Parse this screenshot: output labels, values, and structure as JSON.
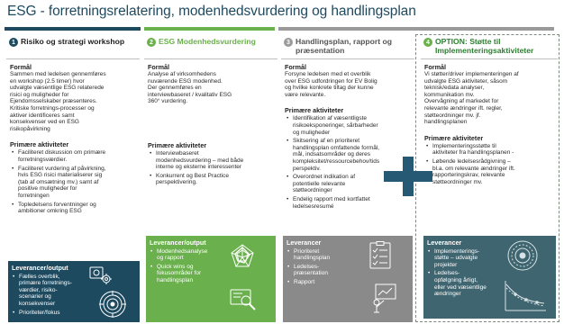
{
  "title": "ESG - forretningsrelatering, modenhedsvurdering og handlingsplan",
  "colors": {
    "navy": "#1e4a60",
    "green": "#6ab04c",
    "grey": "#9a9a9a",
    "gray_box": "#8a8a8a",
    "teal": "#3f6570"
  },
  "columns": [
    {
      "number": "1",
      "heading": "Risiko og strategi workshop",
      "sections": [
        {
          "title": "Formål",
          "text": "Sammen med ledelsen gennemføres\nen workshop (2.5 timer) hvor\nudvalgte væsentlige ESG relaterede\nrisici og muligheder for\nEjendomsselskaber præsenteres.\nKritiske forretnings-processer og\naktiver identificeres samt\nkonsekvenser ved en ESG\nrisikopåvirkning"
        },
        {
          "title": "Primære aktiviteter",
          "bullets": [
            "Faciliteret diskussion om primære\nforretningsværdier.",
            "Faciliteret vurdering af påvirkning,\nhvis ESG risici materialiserer sig\n(tab af omsætning mv.) samt af\npositive muligheder for\nforretningen",
            "Topledelsens forventninger og\nambitioner omkring ESG"
          ]
        }
      ],
      "deliverables_title": "Leverancer/output",
      "deliverables": [
        "Fælles overblik,\nprimære forretnings-\nværdier, risiko-\nscenarier og\nkonsekvenser",
        "Prioriteter/fokus"
      ]
    },
    {
      "number": "2",
      "heading": "ESG Modenhedsvurdering",
      "sections": [
        {
          "title": "Formål",
          "text": "Analyse af virksomhedens\nnuværende ESG modenhed.\nDer gennemføres en\ninterviewbaseret / kvalitativ ESG\n360° vurdering."
        },
        {
          "title": "Primære aktiviteter",
          "bullets": [
            "Interviewbaseret\nmodenhedsvurdering – med både\ninterne og eksterne interessenter",
            "Konkurrent og Best Practice\nperspektivering."
          ]
        }
      ],
      "deliverables_title": "Leverancer/output",
      "deliverables": [
        "Modenhedsanalyse\nog rapport",
        "Quick wins og\nfokusområder for\nhandlingsplan"
      ]
    },
    {
      "number": "3",
      "heading": "Handlingsplan, rapport og\npræsentation",
      "sections": [
        {
          "title": "Formål",
          "text": "Forsyne ledelsen med et overblik\nover ESG udfordringen for EV Bolig\nog hvilke konkrete tiltag der kunne\nvære relevante."
        },
        {
          "title": "Primære aktiviteter",
          "bullets": [
            "Identifikation af væsentligste\nrisikoeksponeringer, sårbarheder\nog muligheder",
            "Skitsering af en prioriteret\nhandlingsplan omfattende formål,\nmål, indsatsområder og deres\nkompleksitet/ressourcebehov/tids\nperspektiv.",
            "Overordnet indikation af\npotentielle relevante\nstøtteordninger",
            "Endelig rapport med kortfattet\nledelsesresumé"
          ]
        }
      ],
      "deliverables_title": "Leverancer",
      "deliverables": [
        "Prioriteret\nhandlingsplan",
        "Ledelses-\npræsentation",
        "Rapport"
      ]
    },
    {
      "number": "4",
      "heading": "OPTION: Støtte til\nImplementeringsaktiviteter",
      "sections": [
        {
          "title": "Formål",
          "text": "Vi støtter/driver implementeringen af\nudvalgte ESG aktiviteter, såsom\nteknisk/edata analyser,\nkommunikation mv.\nOvervågning af markedet for\nrelevante ændringer ift. regler,\nstøtteordninger mv. jf.\nhandlingsplanen"
        },
        {
          "title": "Primære aktiviteter",
          "bullets": [
            "Implementeringsstøtte til\naktiviteter fra handlingsplanen -",
            "Løbende ledelsesrådgivning –\nbl.a. om relevante ændringer ift.\nrapporteringskrav, relevante\nstøtteordninger mv."
          ]
        }
      ],
      "deliverables_title": "Leverancer",
      "deliverables": [
        "Implementerings-\nstøtte – udvalgte\nprojekter",
        "Ledelses-\nopfølgning årligt,\neller ved væsentlige\nændringer"
      ]
    }
  ],
  "icons": {
    "col1": [
      "gears-icon",
      "target-icon"
    ],
    "col2": [
      "spider-chart-icon",
      "magnifier-icon"
    ],
    "col3": [
      "checklist-icon",
      "presentation-icon"
    ],
    "col4": [
      "dial-icon",
      "line-chart-icon"
    ]
  }
}
